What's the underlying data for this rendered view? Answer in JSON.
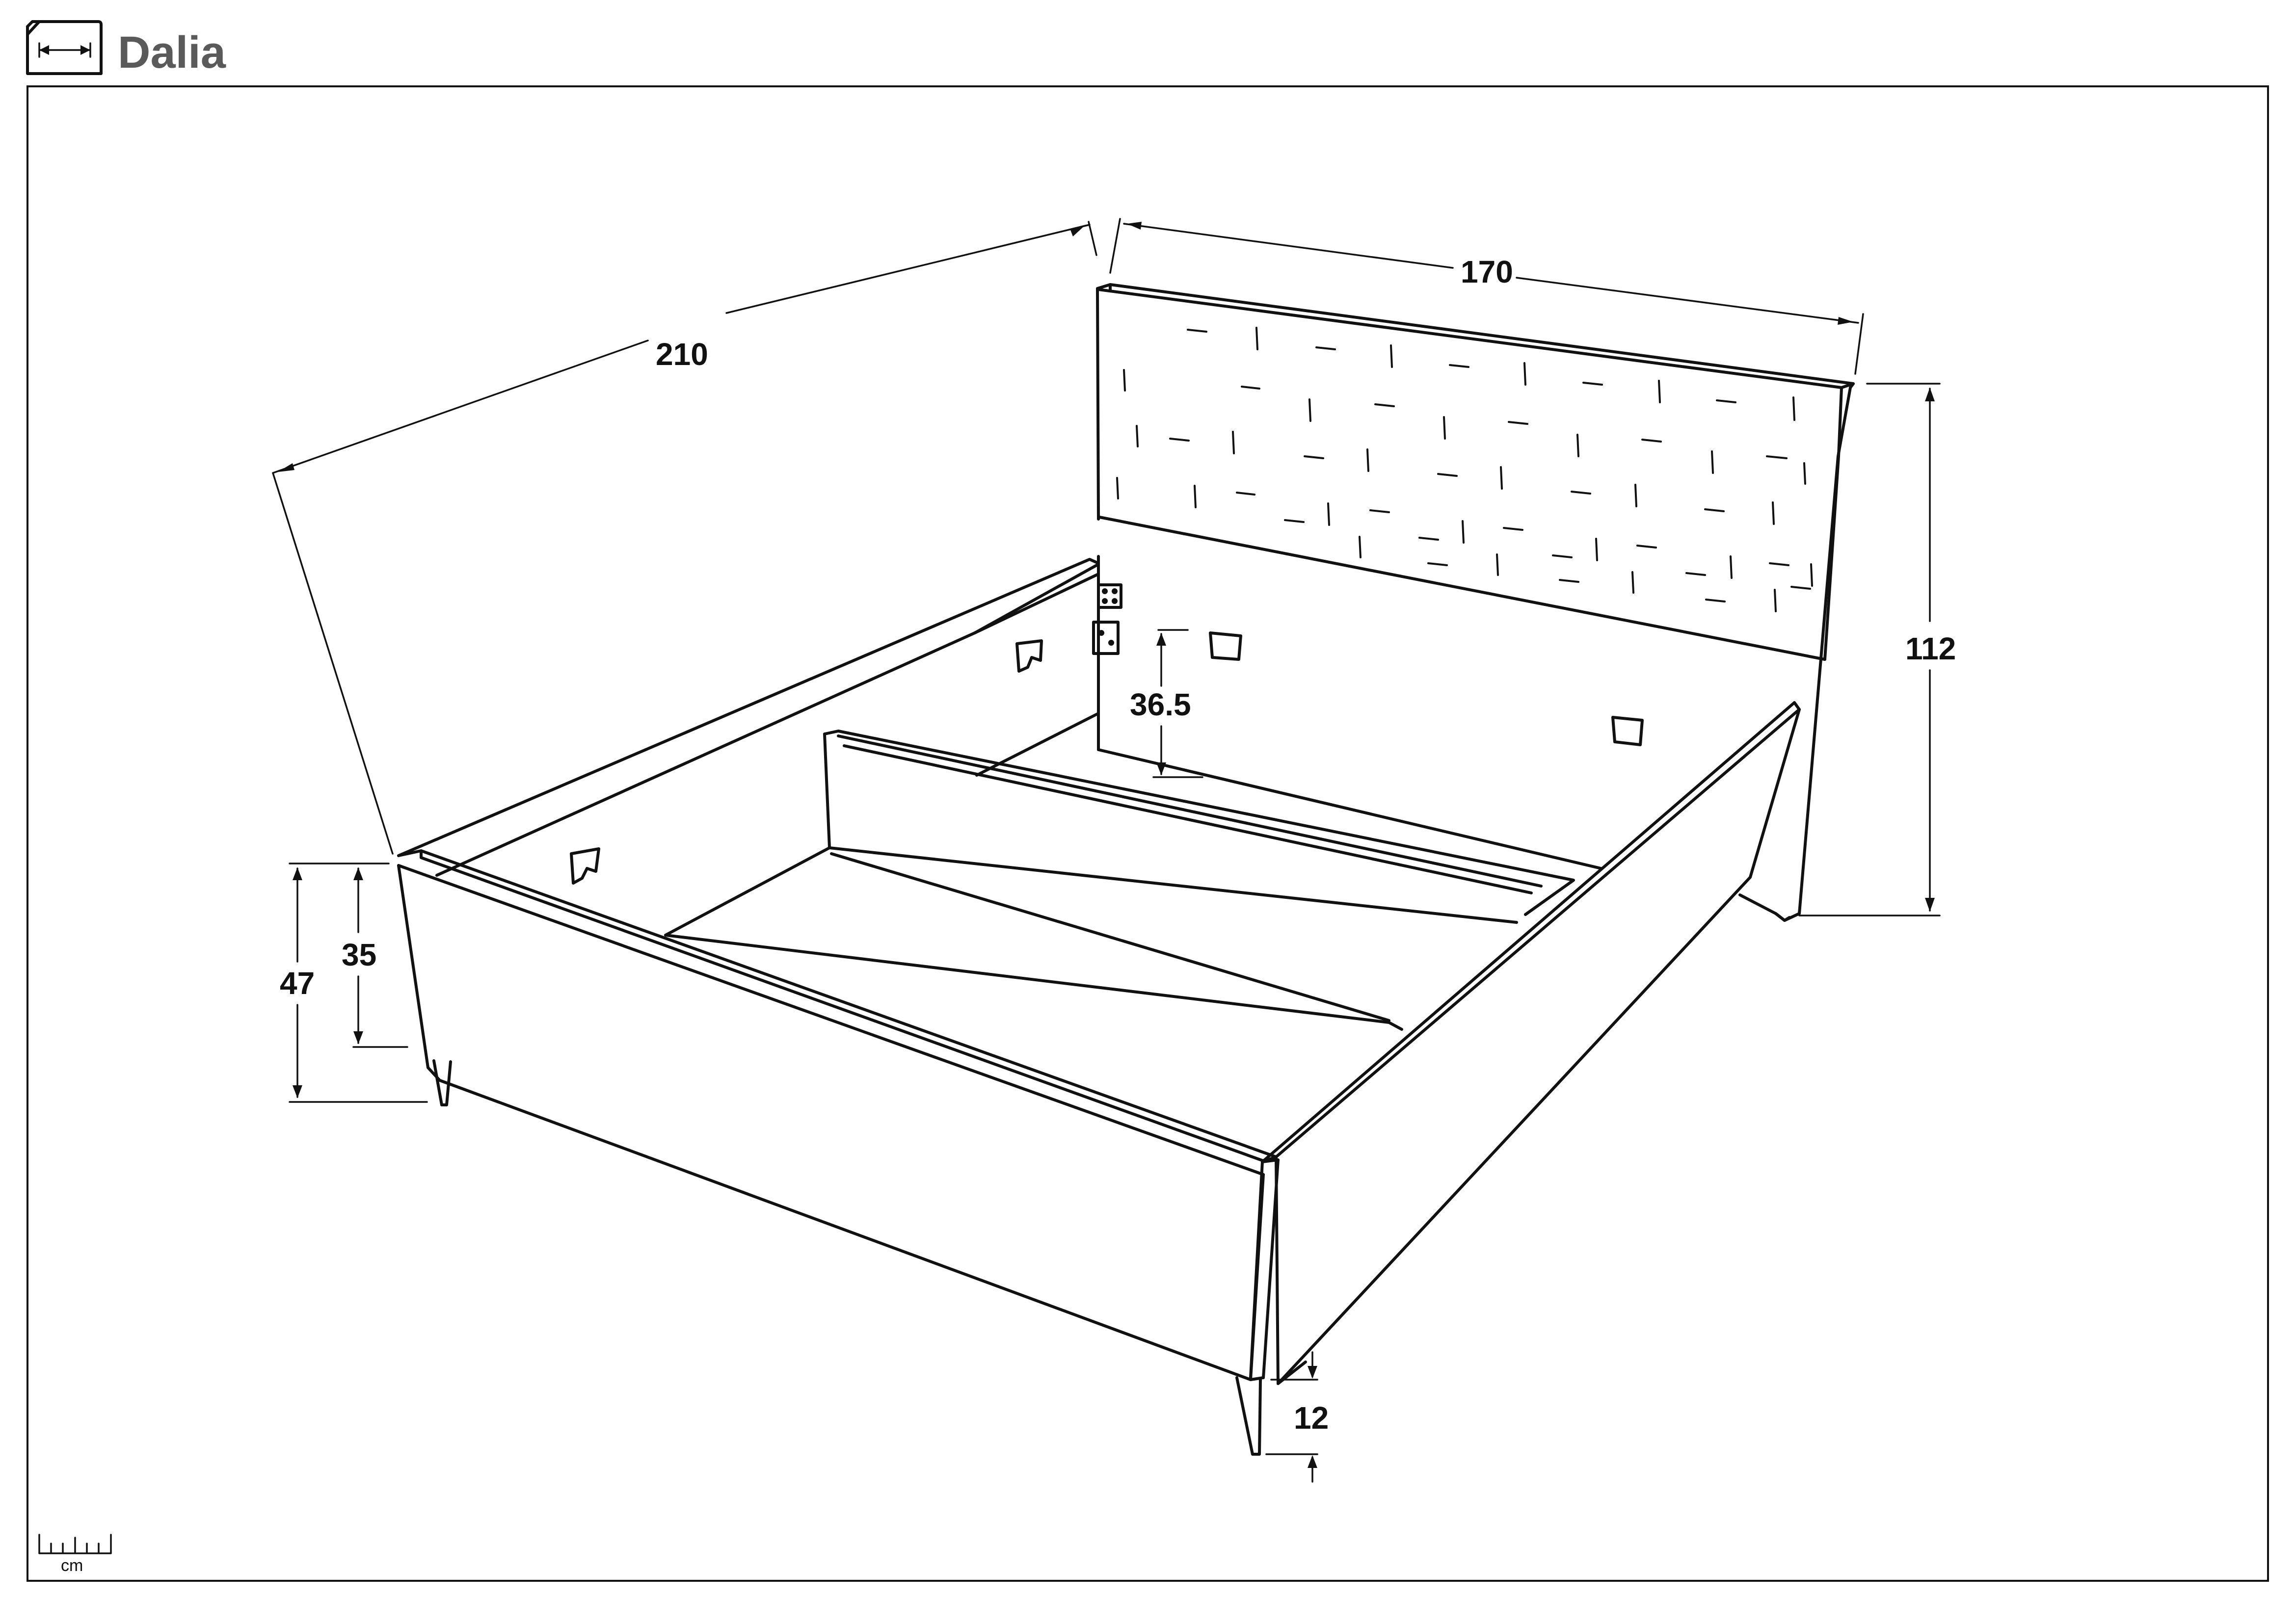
{
  "header": {
    "title": "Dalia",
    "icon": "dimension-sheet-icon"
  },
  "dimensions": {
    "length": "210",
    "width": "170",
    "headboard_height": "112",
    "slat_depth": "36.5",
    "total_height": "47",
    "frame_height": "35",
    "leg_height": "12"
  },
  "scale": {
    "unit": "cm",
    "icon": "ruler-scale-icon"
  },
  "colors": {
    "line": "#111111",
    "title": "#5a5a5a",
    "background": "#ffffff"
  }
}
